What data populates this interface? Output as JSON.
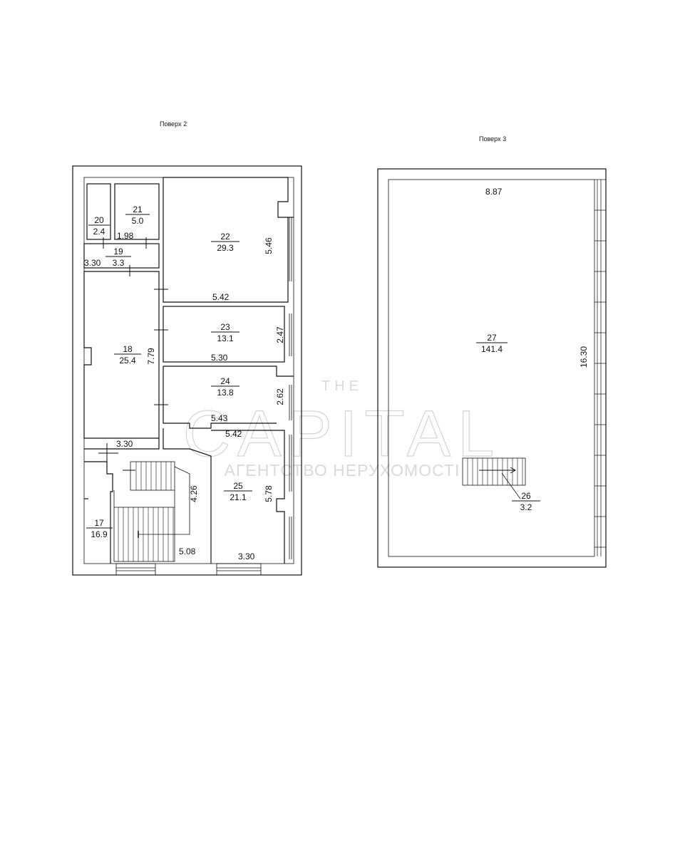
{
  "floors": [
    {
      "title": "Поверх 2"
    },
    {
      "title": "Поверх 3"
    }
  ],
  "rooms": [
    {
      "number": "17",
      "area": "16.9"
    },
    {
      "number": "18",
      "area": "25.4"
    },
    {
      "number": "19",
      "area": "3.3"
    },
    {
      "number": "20",
      "area": "2.4"
    },
    {
      "number": "21",
      "area": "5.0"
    },
    {
      "number": "22",
      "area": "29.3"
    },
    {
      "number": "23",
      "area": "13.1"
    },
    {
      "number": "24",
      "area": "13.8"
    },
    {
      "number": "25",
      "area": "21.1"
    },
    {
      "number": "26",
      "area": "3.2"
    },
    {
      "number": "27",
      "area": "141.4"
    }
  ],
  "dimensions": {
    "d_198": "1.98",
    "d_330_a": "3.30",
    "d_546": "5.46",
    "d_542_a": "5.42",
    "d_247": "2.47",
    "d_530": "5.30",
    "d_779": "7.79",
    "d_262": "2.62",
    "d_543": "5.43",
    "d_542_b": "5.42",
    "d_330_b": "3.30",
    "d_426": "4.26",
    "d_578": "5.78",
    "d_508": "5.08",
    "d_330_c": "3.30",
    "d_887": "8.87",
    "d_1630": "16.30"
  },
  "watermark": {
    "top": "THE",
    "main": "CAPITAL",
    "sub": "АГЕНТСТВО НЕРУХОМОСТІ"
  }
}
